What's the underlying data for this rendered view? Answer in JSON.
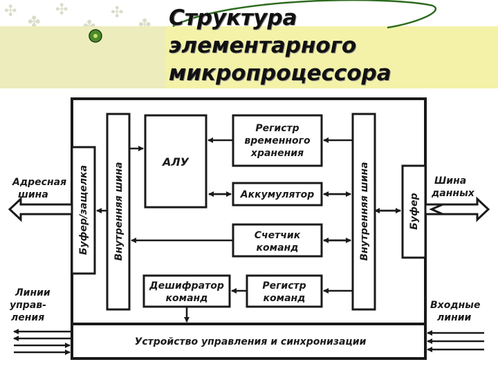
{
  "slide": {
    "title_lines": [
      "Структура",
      "элементарного",
      "микропроцессора"
    ]
  },
  "diagram": {
    "buffer_latch": "Буфер/защелка",
    "internal_bus_left": "Внутренняя шина",
    "alu": "АЛУ",
    "temp_register": [
      "Регистр",
      "временного",
      "хранения"
    ],
    "accumulator": "Аккумулятор",
    "program_counter": [
      "Счетчик",
      "команд"
    ],
    "instruction_decoder": [
      "Дешифратор",
      "команд"
    ],
    "instruction_register": [
      "Регистр",
      "команд"
    ],
    "internal_bus_right": "Внутренняя шина",
    "buffer": "Буфер",
    "address_bus": [
      "Адресная",
      "шина"
    ],
    "data_bus": [
      "Шина",
      "данных"
    ],
    "control_lines": [
      "Линии",
      "управ-",
      "ления"
    ],
    "input_lines": [
      "Входные",
      "линии"
    ],
    "control_unit": "Устройство управления и синхронизации"
  },
  "colors": {
    "band": "#f4f2a8",
    "stroke": "#1a1a1a",
    "accent_curve": "#2e6b1f",
    "bullet": "#4a8a2a"
  }
}
